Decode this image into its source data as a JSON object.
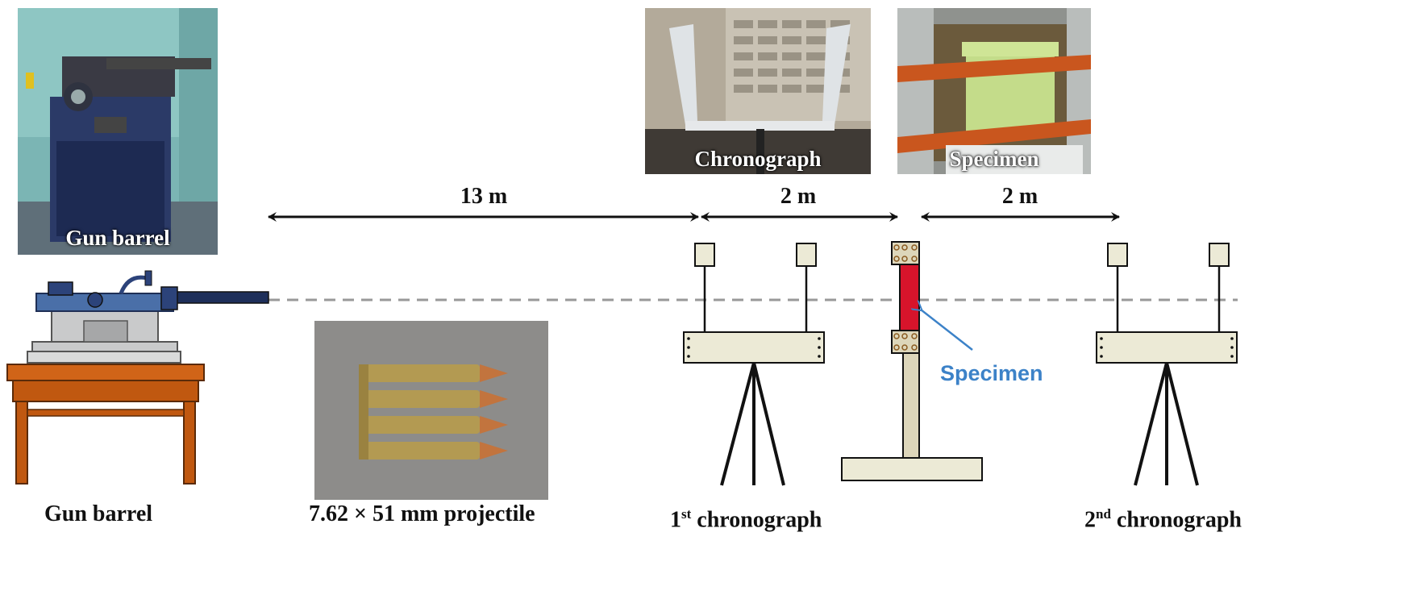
{
  "photos": {
    "gun_barrel": {
      "caption": "Gun barrel"
    },
    "chronograph": {
      "caption": "Chronograph"
    },
    "specimen": {
      "caption": "Specimen"
    }
  },
  "distances": {
    "d1": "13 m",
    "d2": "2 m",
    "d3": "2 m"
  },
  "labels": {
    "gun_barrel": "Gun barrel",
    "projectile": "7.62 × 51 mm projectile",
    "first_chrono_num": "1",
    "first_chrono_sup": "st",
    "first_chrono_text": " chronograph",
    "second_chrono_num": "2",
    "second_chrono_sup": "nd",
    "second_chrono_text": " chronograph",
    "specimen": "Specimen"
  },
  "colors": {
    "arrow": "#111111",
    "flight_line": "#999999",
    "equipment_fill": "#ecead6",
    "specimen_red": "#d7142b",
    "specimen_label": "#3c82c8",
    "gun_blue": "#4a6fa8",
    "table_orange": "#d06418"
  }
}
